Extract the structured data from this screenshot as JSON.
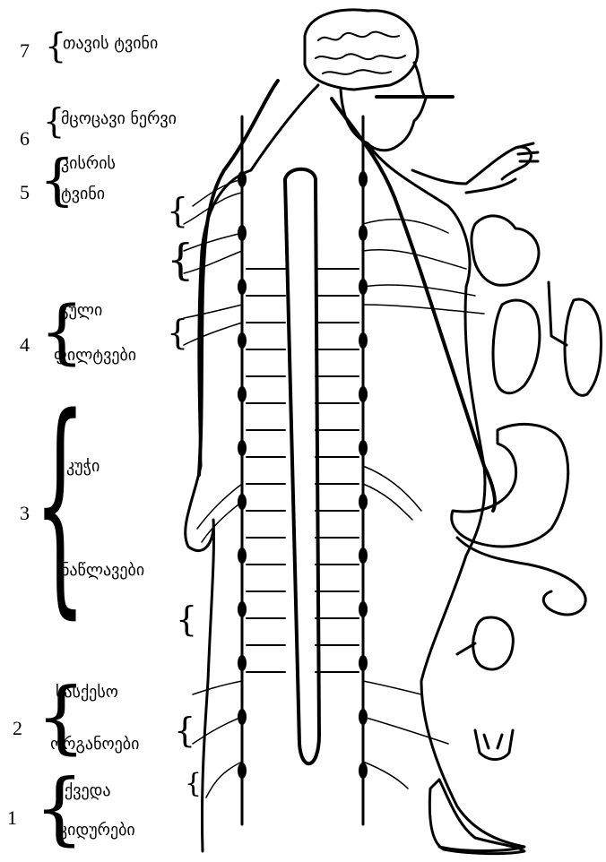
{
  "sections": [
    {
      "number": "7",
      "labels": [
        "თავის ტვინი"
      ]
    },
    {
      "number": "6",
      "labels": [
        "მცოცავი ნერვი"
      ]
    },
    {
      "number": "5",
      "labels": [
        "კისრის",
        "ტვინი"
      ]
    },
    {
      "number": "4",
      "labels": [
        "გული",
        "ფილტვები"
      ]
    },
    {
      "number": "3",
      "labels": [
        "კუჭი",
        "ნაწლავები"
      ]
    },
    {
      "number": "2",
      "labels": [
        "სასქესო",
        "ორგანოები"
      ]
    },
    {
      "number": "1",
      "labels": [
        "ქვედა",
        "კიდურები"
      ]
    }
  ]
}
